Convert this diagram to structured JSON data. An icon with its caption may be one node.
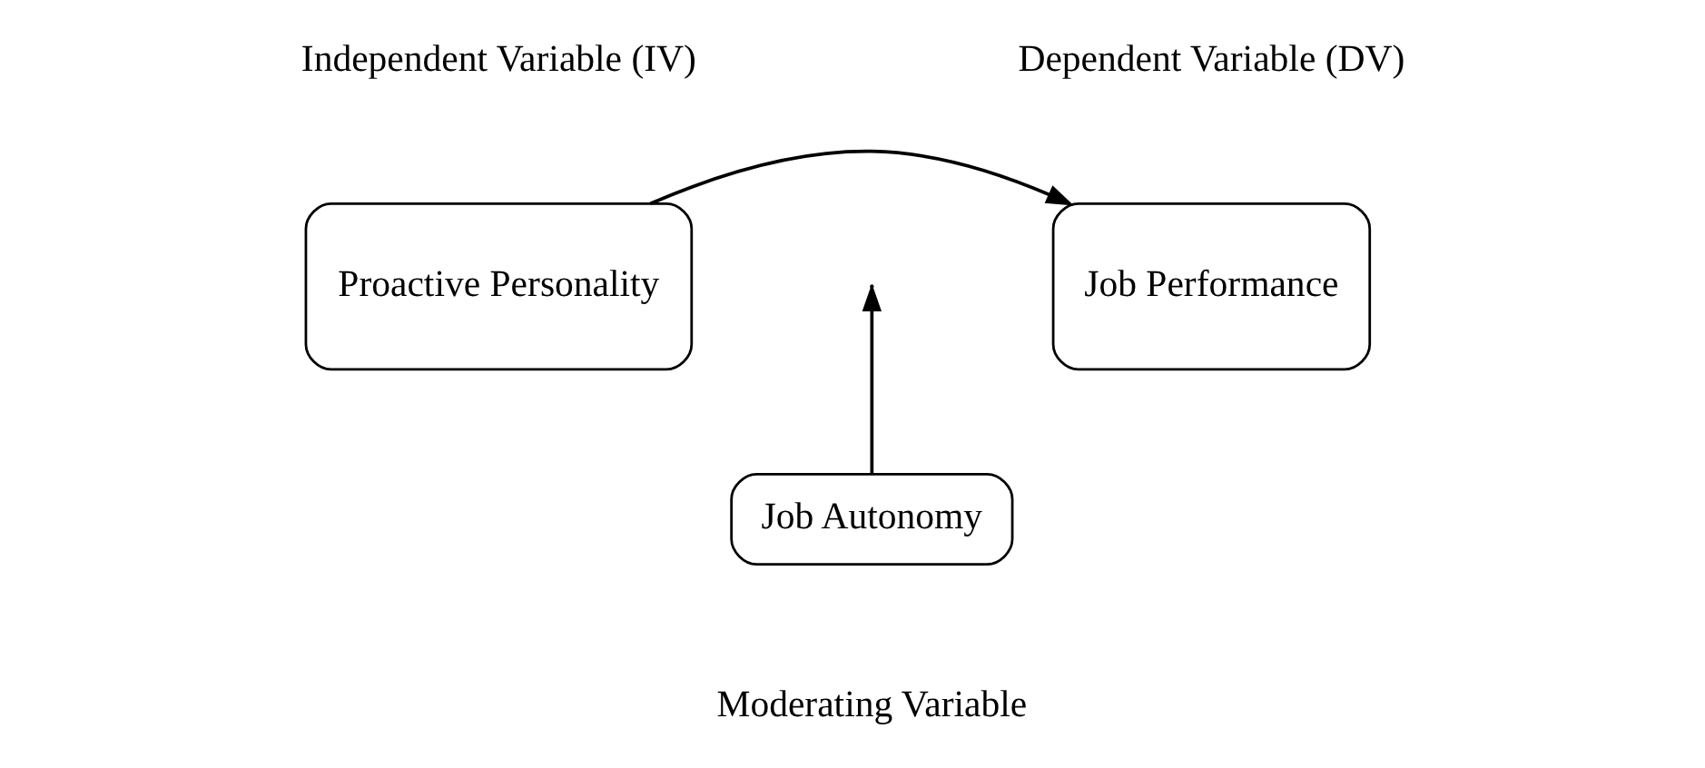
{
  "diagram": {
    "nodes": [
      {
        "text": [
          "Proactive Personality"
        ],
        "beside": [
          "Independent Variable (IV)"
        ]
      },
      {
        "text": [
          "Job Performance"
        ],
        "beside": [
          "Dependent Variable (DV)"
        ]
      },
      {
        "text": [
          "Job Autonomy"
        ],
        "beside": [
          "Moderating Variable"
        ]
      }
    ],
    "edges": [
      {
        "from": 0,
        "to": 1,
        "arrow": "to"
      },
      {
        "from": 2,
        "to": null,
        "arrow": "to"
      }
    ]
  }
}
